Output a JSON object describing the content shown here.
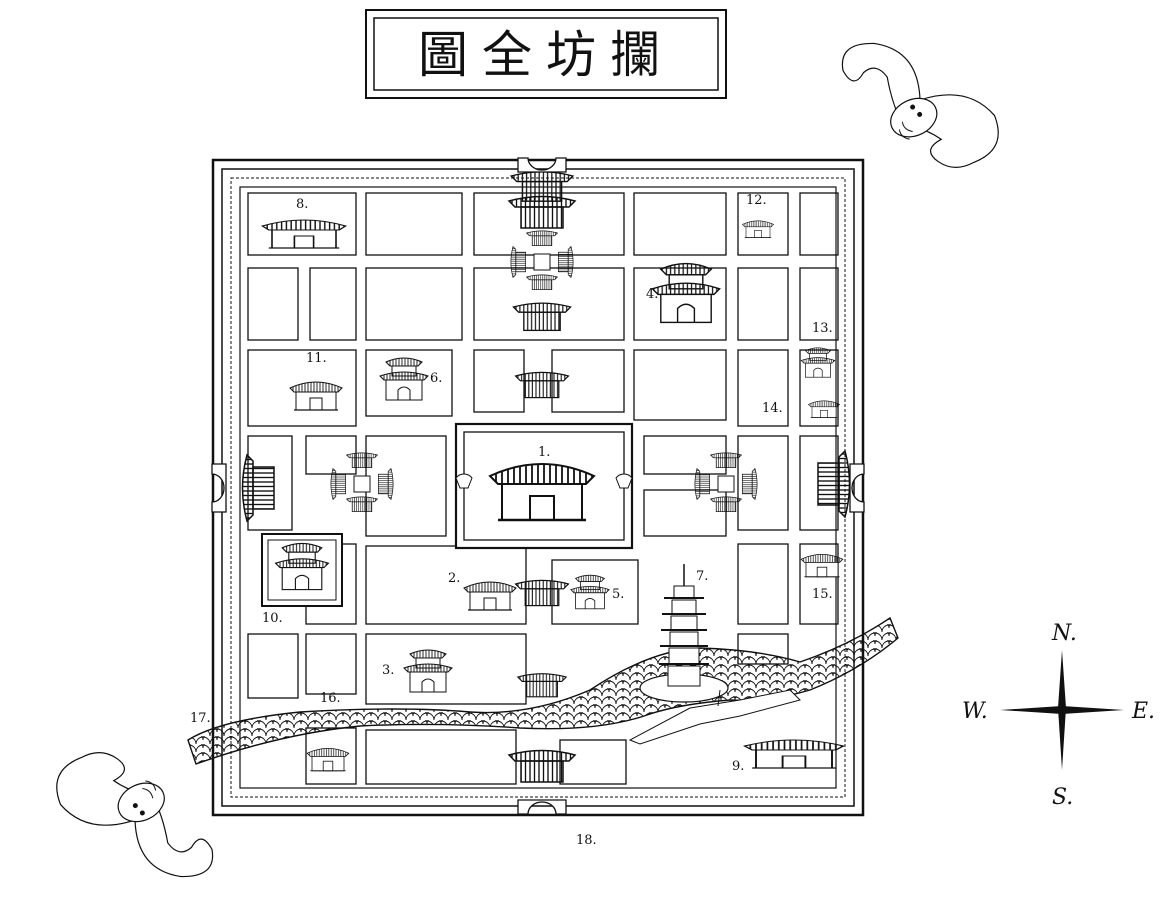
{
  "title": "圖全坊攔",
  "compass": {
    "north": "N.",
    "south": "S.",
    "east": "E.",
    "west": "W."
  },
  "labels": [
    {
      "id": "1",
      "text": "1."
    },
    {
      "id": "2",
      "text": "2."
    },
    {
      "id": "3",
      "text": "3."
    },
    {
      "id": "4",
      "text": "4."
    },
    {
      "id": "5",
      "text": "5."
    },
    {
      "id": "6",
      "text": "6."
    },
    {
      "id": "7",
      "text": "7."
    },
    {
      "id": "8",
      "text": "8."
    },
    {
      "id": "9",
      "text": "9."
    },
    {
      "id": "10",
      "text": "10."
    },
    {
      "id": "11",
      "text": "11."
    },
    {
      "id": "12",
      "text": "12."
    },
    {
      "id": "13",
      "text": "13."
    },
    {
      "id": "14",
      "text": "14."
    },
    {
      "id": "15",
      "text": "15."
    },
    {
      "id": "16",
      "text": "16."
    },
    {
      "id": "17",
      "text": "17."
    },
    {
      "id": "18",
      "text": "18."
    }
  ],
  "colors": {
    "ink": "#111111",
    "paper": "#ffffff"
  },
  "icons": [
    "bat-ornament-icon",
    "pagoda-icon",
    "gate-tower-icon",
    "temple-icon",
    "compass-rose-icon"
  ]
}
